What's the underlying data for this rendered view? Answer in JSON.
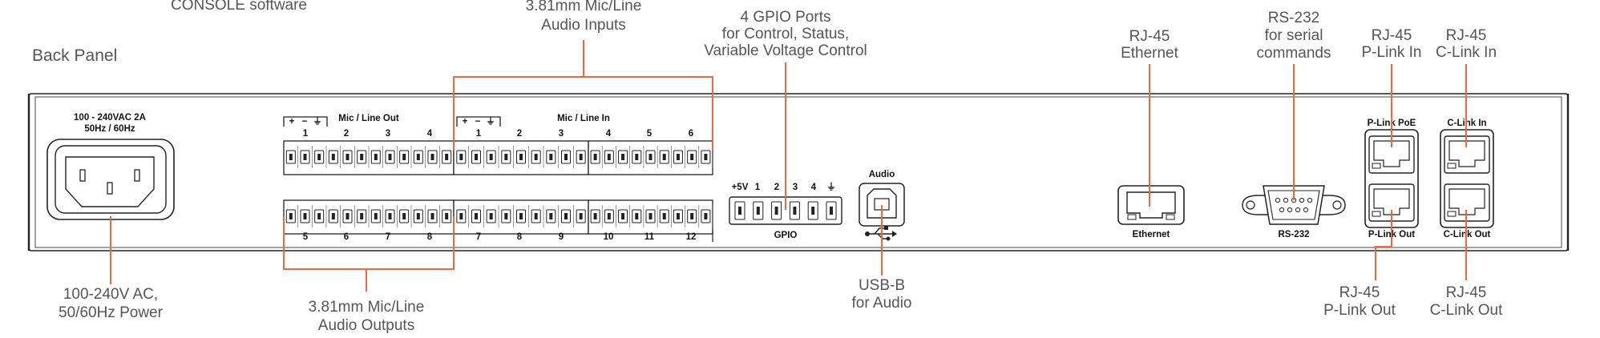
{
  "top_cut_text": "CONSOLE software",
  "section_label": "Back Panel",
  "callouts": {
    "audio_inputs": [
      "3.81mm Mic/Line",
      "Audio Inputs"
    ],
    "gpio": [
      "4 GPIO Ports",
      "for Control, Status,",
      "Variable Voltage Control"
    ],
    "ethernet": [
      "RJ-45",
      "Ethernet"
    ],
    "rs232": [
      "RS-232",
      "for serial",
      "commands"
    ],
    "plink_in": [
      "RJ-45",
      "P-Link In"
    ],
    "clink_in": [
      "RJ-45",
      "C-Link In"
    ],
    "power": [
      "100-240V AC,",
      "50/60Hz Power"
    ],
    "audio_outputs": [
      "3.81mm Mic/Line",
      "Audio Outputs"
    ],
    "usb": [
      "USB-B",
      "for Audio"
    ],
    "plink_out": [
      "RJ-45",
      "P-Link Out"
    ],
    "clink_out": [
      "RJ-45",
      "C-Link Out"
    ]
  },
  "panel": {
    "power_label": [
      "100 - 240VAC  2A",
      "50Hz / 60Hz"
    ],
    "out_group_label": "Mic / Line Out",
    "in_group_label": "Mic / Line In",
    "pin_symbols": [
      "+",
      "−",
      "⏚"
    ],
    "out_top_nums": [
      "1",
      "2",
      "3",
      "4"
    ],
    "out_bottom_nums": [
      "5",
      "6",
      "7",
      "8"
    ],
    "in_top_nums": [
      "1",
      "2",
      "3",
      "4",
      "5",
      "6"
    ],
    "in_bottom_nums": [
      "7",
      "8",
      "9",
      "10",
      "11",
      "12"
    ],
    "gpio_pins": [
      "+5V",
      "1",
      "2",
      "3",
      "4",
      "⏚"
    ],
    "gpio_label": "GPIO",
    "audio_label": "Audio",
    "ethernet_label": "Ethernet",
    "rs232_label": "RS-232",
    "plink_poe_label": "P-Link PoE",
    "clink_in_label": "C-Link In",
    "plink_out_label": "P-Link Out",
    "clink_out_label": "C-Link Out"
  },
  "colors": {
    "callout_line": "#ee6a3c",
    "callout_text": "#555555",
    "panel_line": "#222222"
  },
  "icons": [
    "usb-icon",
    "ground-icon"
  ]
}
